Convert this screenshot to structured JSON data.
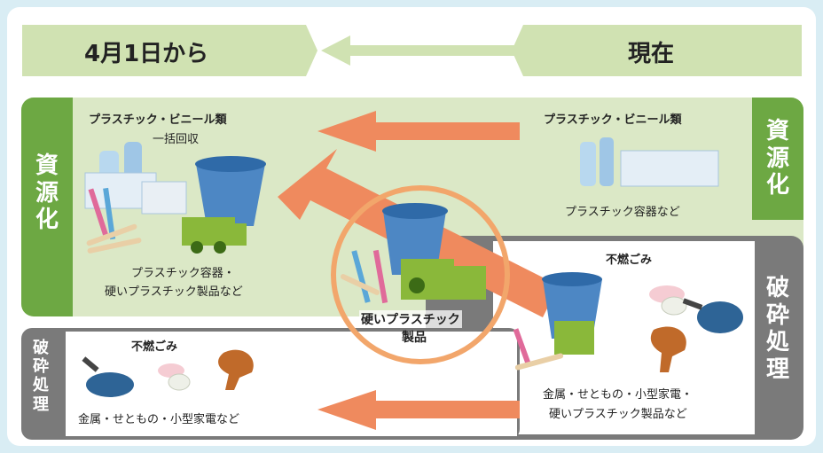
{
  "header": {
    "after_label": "4月1日から",
    "before_label": "現在"
  },
  "colors": {
    "green_dark": "#6da843",
    "green_light": "#dbe8c6",
    "gray_dark": "#727272",
    "arrow_orange": "#ef8a5e",
    "circle": "#f2a66b",
    "header_bg": "#d0e2b2"
  },
  "left": {
    "resource_title": "プラスチック・ビニール類",
    "resource_sub": "一括回収",
    "resource_caption_1": "プラスチック容器・",
    "resource_caption_2": "硬いプラスチック製品など",
    "resource_side": [
      "資",
      "源",
      "化"
    ],
    "crush_title": "不燃ごみ",
    "crush_caption": "金属・せともの・小型家電など",
    "crush_side": [
      "破",
      "砕",
      "処",
      "理"
    ]
  },
  "right": {
    "resource_title": "プラスチック・ビニール類",
    "resource_caption": "プラスチック容器など",
    "resource_side": [
      "資",
      "源",
      "化"
    ],
    "crush_title": "不燃ごみ",
    "crush_caption_1": "金属・せともの・小型家電・",
    "crush_caption_2": "硬いプラスチック製品など",
    "crush_side": [
      "破",
      "砕",
      "処",
      "理"
    ]
  },
  "center": {
    "label_1": "硬いプラスチック",
    "label_2": "製品"
  },
  "icons": [
    "plastic-bottles-icon",
    "bucket-icon",
    "toy-train-icon",
    "toothbrush-icon",
    "cutlery-icon",
    "frying-pan-icon",
    "ceramic-cup-icon",
    "hair-dryer-icon"
  ]
}
